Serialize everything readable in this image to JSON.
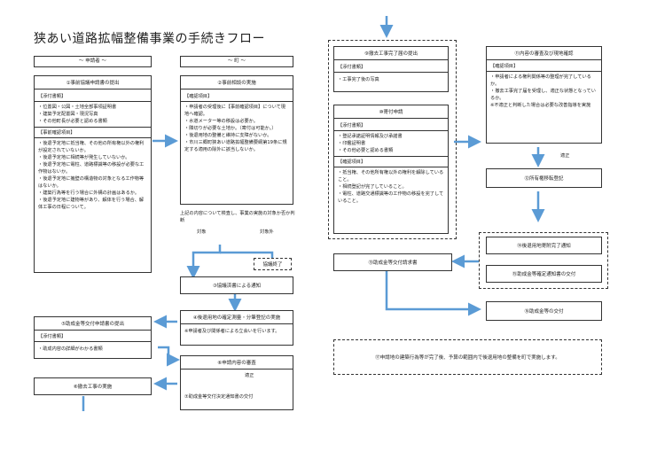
{
  "title": "狭あい道路拡幅整備事業の手続きフロー",
  "headers": {
    "applicant": "～ 申請者 ～",
    "town": "～ 町 ～"
  },
  "box1": {
    "title": "①事前協議申請書の提出",
    "section1": "【添付書類】",
    "items1": [
      "・位置図・公図・土地全部事項証明書",
      "・建築予定配置図・現況写真",
      "・その他町長が必要と認める書類"
    ],
    "section2": "【事前確認項目】",
    "items2": [
      "・後退予定地に抵当権、その他の所有権以外の権利が設定されていないか。",
      "・後退予定地に相続等が発生していないか。",
      "・後退予定地に電柱、道路標識等の移設が必要な工作物はないか。",
      "・後退予定地に擁壁の構造物の対象となる工作物等はないか。",
      "・建築行為等を行う場合に外構の計画はあるか。",
      "・後退予定地に建物等があり、解体を行う場合、解体工事の日程について。"
    ]
  },
  "box2": {
    "title": "②事前相談の実施",
    "section1": "【確認項目】",
    "items1": [
      "・申請者の受理後に【事前確認項目】について現地へ確認。",
      "・水道メーター等の移設は必要か。",
      "・隣切りが必要な土地か。（寄付は可能か。）",
      "・後退用地の整備と維持に支障がないか。",
      "・市川三郷町狭あい道路拡幅整備要綱第19条に規定する適用の除外に該当しないか。"
    ]
  },
  "judge_text": "上記の内容について検査し、事業の実施の対象か否か判断",
  "label_target": "対象",
  "label_nontarget": "対象外",
  "end_box": "協議終了",
  "box3": "③協議済書による通知",
  "box4": {
    "title": "④後退用地の確定測量・分筆登記の実施",
    "note": "※申請者及び関係者による立会いを行います。"
  },
  "box5": {
    "title": "⑤助成金等交付申請書の提出",
    "section": "【添付書類】",
    "items": [
      "・助成内容の詳細がわかる書類"
    ]
  },
  "box6": "⑥申請内容の審査",
  "approval1": "適正",
  "box7": "⑦助成金等交付決定通知書の交付",
  "box8": "⑧撤去工事の実施",
  "box9": {
    "title": "⑨撤去工事完了届の提出",
    "section": "【添付書類】",
    "items": [
      "・工事完了後の写真"
    ]
  },
  "box10": {
    "title": "⑩寄付申請",
    "section1": "【添付書類】",
    "items1": [
      "・登記承諾証明情報及び承諾書",
      "・印鑑証明書",
      "・その他必要と認める書類"
    ],
    "section2": "【確認項目】",
    "items2": [
      "・抵当権、その他所有権以外の権利を解除していること。",
      "・相続登記が完了していること。",
      "・電柱、道路交通標識等の工作物の移設を完了していること。"
    ]
  },
  "box11": {
    "title": "⑪内容の審査及び現地確認",
    "section": "【確認項目】",
    "items": [
      "・申請者による権利関係等の整理が完了しているか。",
      "・撤去工事完了届を受理し、適正な状態となっているか。",
      "※不適正と判断した場合は必要な改善指導を実施"
    ]
  },
  "approval2": "適正",
  "box12": "⑫所有権移転登記",
  "box13": "⑬助成金等交付請求書",
  "box14": "⑭後退用地寄附完了通知",
  "box15": "⑮助成金等確定通知書の交付",
  "box16": "⑯助成金等の交付",
  "box17": "⑰申請地の建築行為等が完了後、予算の範囲内で後退用地の整備を町で実施します。",
  "colors": {
    "arrow": "#5b9bd5",
    "border": "#333333"
  }
}
